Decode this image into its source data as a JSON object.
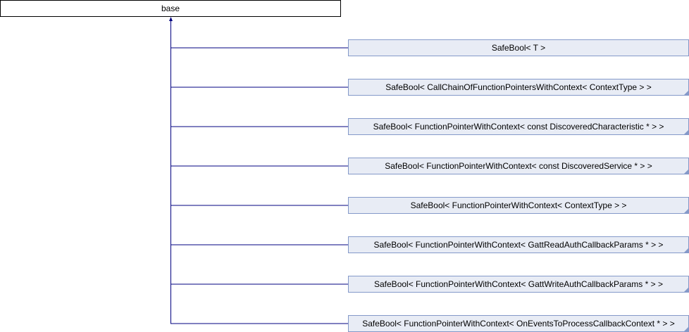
{
  "base": {
    "label": "base"
  },
  "children": [
    {
      "label": "SafeBool< T >",
      "more": false
    },
    {
      "label": "SafeBool< CallChainOfFunctionPointersWithContext< ContextType > >",
      "more": true
    },
    {
      "label": "SafeBool< FunctionPointerWithContext< const DiscoveredCharacteristic * > >",
      "more": true
    },
    {
      "label": "SafeBool< FunctionPointerWithContext< const DiscoveredService * > >",
      "more": true
    },
    {
      "label": "SafeBool< FunctionPointerWithContext< ContextType > >",
      "more": true
    },
    {
      "label": "SafeBool< FunctionPointerWithContext< GattReadAuthCallbackParams * > >",
      "more": true
    },
    {
      "label": "SafeBool< FunctionPointerWithContext< GattWriteAuthCallbackParams * > >",
      "more": true
    },
    {
      "label": "SafeBool< FunctionPointerWithContext< OnEventsToProcessCallbackContext * > >",
      "more": true
    }
  ],
  "colors": {
    "edge": "#000080",
    "node_fill": "#e8ecf5",
    "node_border": "#8499c9"
  }
}
